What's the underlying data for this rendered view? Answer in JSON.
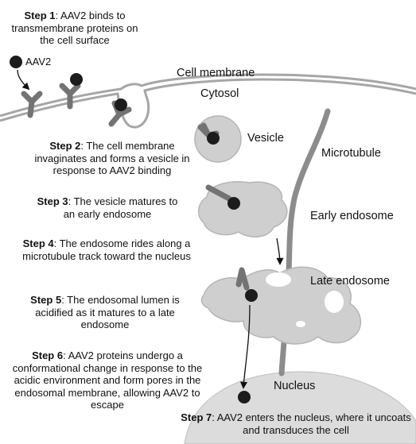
{
  "labels": {
    "aav2": "AAV2",
    "cell_membrane": "Cell membrane",
    "cytosol": "Cytosol",
    "vesicle": "Vesicle",
    "microtubule": "Microtubule",
    "early_endosome": "Early endosome",
    "late_endosome": "Late endosome",
    "nucleus": "Nucleus"
  },
  "steps": [
    {
      "title": "Step 1",
      "text": ": AAV2 binds to transmembrane proteins on the cell surface"
    },
    {
      "title": "Step 2",
      "text": ": The cell membrane invaginates and forms a vesicle in response to AAV2 binding"
    },
    {
      "title": "Step 3",
      "text": ": The vesicle matures to an early endosome"
    },
    {
      "title": "Step 4",
      "text": ": The endosome rides along a microtubule track toward the nucleus"
    },
    {
      "title": "Step 5",
      "text": ": The endosomal lumen is acidified as it matures to a late endosome"
    },
    {
      "title": "Step 6",
      "text": ": AAV2 proteins undergo a conformational change in response to the acidic environment and form pores in the endosomal membrane, allowing AAV2 to escape"
    },
    {
      "title": "Step 7",
      "text": ": AAV2 enters the nucleus, where it uncoats and transduces the cell"
    }
  ],
  "colors": {
    "membrane": "#a6a6a6",
    "organelle_fill": "#cfcfcf",
    "receptor": "#737373",
    "virus": "#1c1c1c",
    "microtubule": "#8c8c8c",
    "nucleus_fill": "#dcdcdc"
  }
}
